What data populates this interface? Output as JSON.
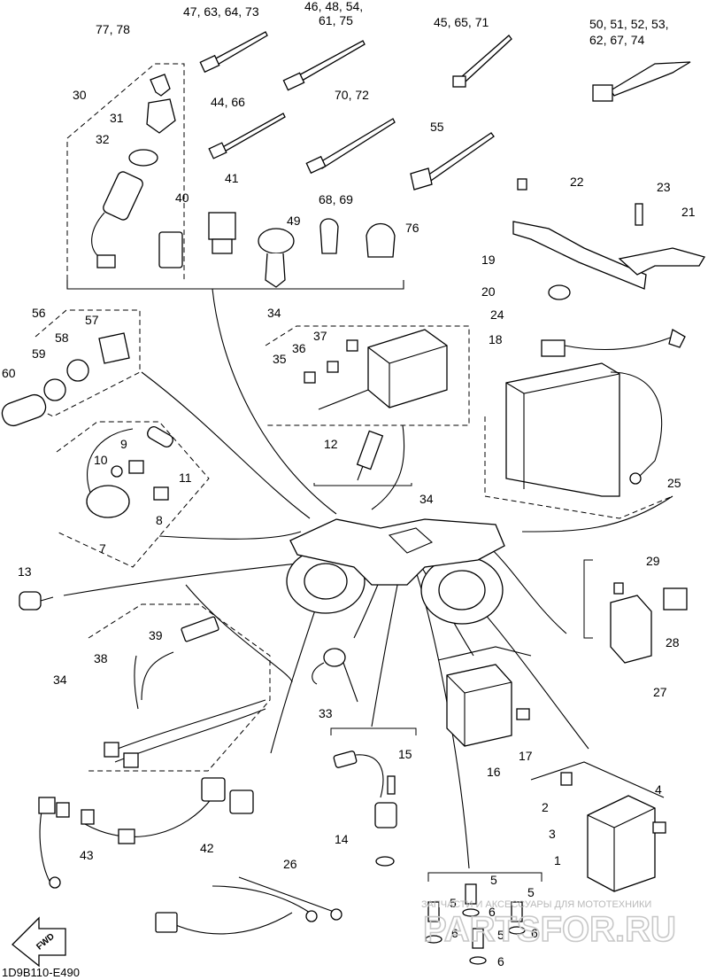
{
  "callouts": [
    {
      "id": "c-77-78",
      "text": "77, 78"
    },
    {
      "id": "c-30",
      "text": "30"
    },
    {
      "id": "c-31",
      "text": "31"
    },
    {
      "id": "c-32",
      "text": "32"
    },
    {
      "id": "c-47-63-64-73",
      "text": "47, 63, 64, 73"
    },
    {
      "id": "c-46-48-54",
      "text": "46, 48, 54,"
    },
    {
      "id": "c-61-75",
      "text": "61, 75"
    },
    {
      "id": "c-45-65-71",
      "text": "45, 65, 71"
    },
    {
      "id": "c-50-51-52-53",
      "text": "50, 51, 52, 53,"
    },
    {
      "id": "c-62-67-74",
      "text": "62, 67, 74"
    },
    {
      "id": "c-44-66",
      "text": "44, 66"
    },
    {
      "id": "c-70-72",
      "text": "70, 72"
    },
    {
      "id": "c-55",
      "text": "55"
    },
    {
      "id": "c-40",
      "text": "40"
    },
    {
      "id": "c-41",
      "text": "41"
    },
    {
      "id": "c-68-69",
      "text": "68, 69"
    },
    {
      "id": "c-49",
      "text": "49"
    },
    {
      "id": "c-76",
      "text": "76"
    },
    {
      "id": "c-22",
      "text": "22"
    },
    {
      "id": "c-23",
      "text": "23"
    },
    {
      "id": "c-21",
      "text": "21"
    },
    {
      "id": "c-19",
      "text": "19"
    },
    {
      "id": "c-20",
      "text": "20"
    },
    {
      "id": "c-56",
      "text": "56"
    },
    {
      "id": "c-57",
      "text": "57"
    },
    {
      "id": "c-58",
      "text": "58"
    },
    {
      "id": "c-59",
      "text": "59"
    },
    {
      "id": "c-60",
      "text": "60"
    },
    {
      "id": "c-34a",
      "text": "34"
    },
    {
      "id": "c-37",
      "text": "37"
    },
    {
      "id": "c-36",
      "text": "36"
    },
    {
      "id": "c-35",
      "text": "35"
    },
    {
      "id": "c-24",
      "text": "24"
    },
    {
      "id": "c-18",
      "text": "18"
    },
    {
      "id": "c-9",
      "text": "9"
    },
    {
      "id": "c-10",
      "text": "10"
    },
    {
      "id": "c-11",
      "text": "11"
    },
    {
      "id": "c-8",
      "text": "8"
    },
    {
      "id": "c-7",
      "text": "7"
    },
    {
      "id": "c-12",
      "text": "12"
    },
    {
      "id": "c-25",
      "text": "25"
    },
    {
      "id": "c-34b",
      "text": "34"
    },
    {
      "id": "c-13",
      "text": "13"
    },
    {
      "id": "c-29",
      "text": "29"
    },
    {
      "id": "c-28",
      "text": "28"
    },
    {
      "id": "c-27",
      "text": "27"
    },
    {
      "id": "c-39",
      "text": "39"
    },
    {
      "id": "c-38",
      "text": "38"
    },
    {
      "id": "c-34c",
      "text": "34"
    },
    {
      "id": "c-33",
      "text": "33"
    },
    {
      "id": "c-17",
      "text": "17"
    },
    {
      "id": "c-16",
      "text": "16"
    },
    {
      "id": "c-15",
      "text": "15"
    },
    {
      "id": "c-14",
      "text": "14"
    },
    {
      "id": "c-4",
      "text": "4"
    },
    {
      "id": "c-2",
      "text": "2"
    },
    {
      "id": "c-3",
      "text": "3"
    },
    {
      "id": "c-1",
      "text": "1"
    },
    {
      "id": "c-43",
      "text": "43"
    },
    {
      "id": "c-42",
      "text": "42"
    },
    {
      "id": "c-26",
      "text": "26"
    },
    {
      "id": "c-5a",
      "text": "5"
    },
    {
      "id": "c-5b",
      "text": "5"
    },
    {
      "id": "c-5c",
      "text": "5"
    },
    {
      "id": "c-5d",
      "text": "5"
    },
    {
      "id": "c-6a",
      "text": "6"
    },
    {
      "id": "c-6b",
      "text": "6"
    },
    {
      "id": "c-6c",
      "text": "6"
    },
    {
      "id": "c-6d",
      "text": "6"
    }
  ],
  "footer": {
    "drawing_code": "1D9B110-E490",
    "fwd_label": "FWD"
  },
  "watermark": {
    "tagline": "ЗАПЧАСТИ И АКСЕССУАРЫ ДЛЯ МОТОТЕХНИКИ",
    "site": "PARTSFOR.RU"
  }
}
